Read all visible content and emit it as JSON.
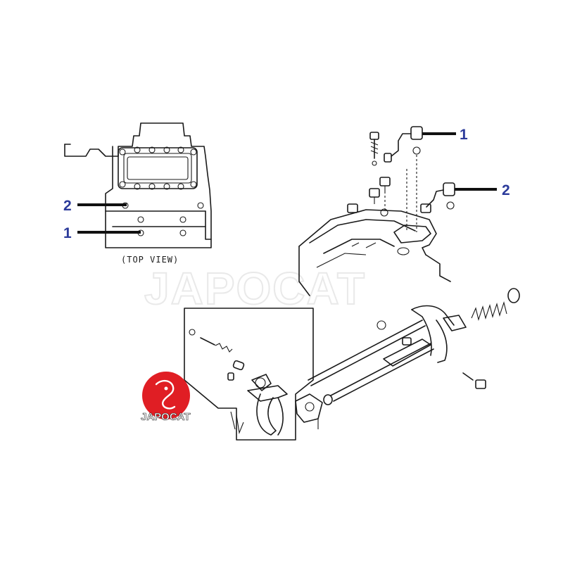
{
  "diagram": {
    "top_view_caption": "(TOP VIEW)",
    "watermark": "JAPOCAT",
    "logo_text": "JAPOCAT",
    "callouts": {
      "top_view_upper": "2",
      "top_view_lower": "1",
      "switch_upper": "1",
      "switch_lower": "2"
    },
    "colors": {
      "callout_text": "#2b3a9a",
      "logo_circle": "#e01e24",
      "line_art": "#1a1a1a",
      "watermark": "#e9e9e9"
    }
  }
}
